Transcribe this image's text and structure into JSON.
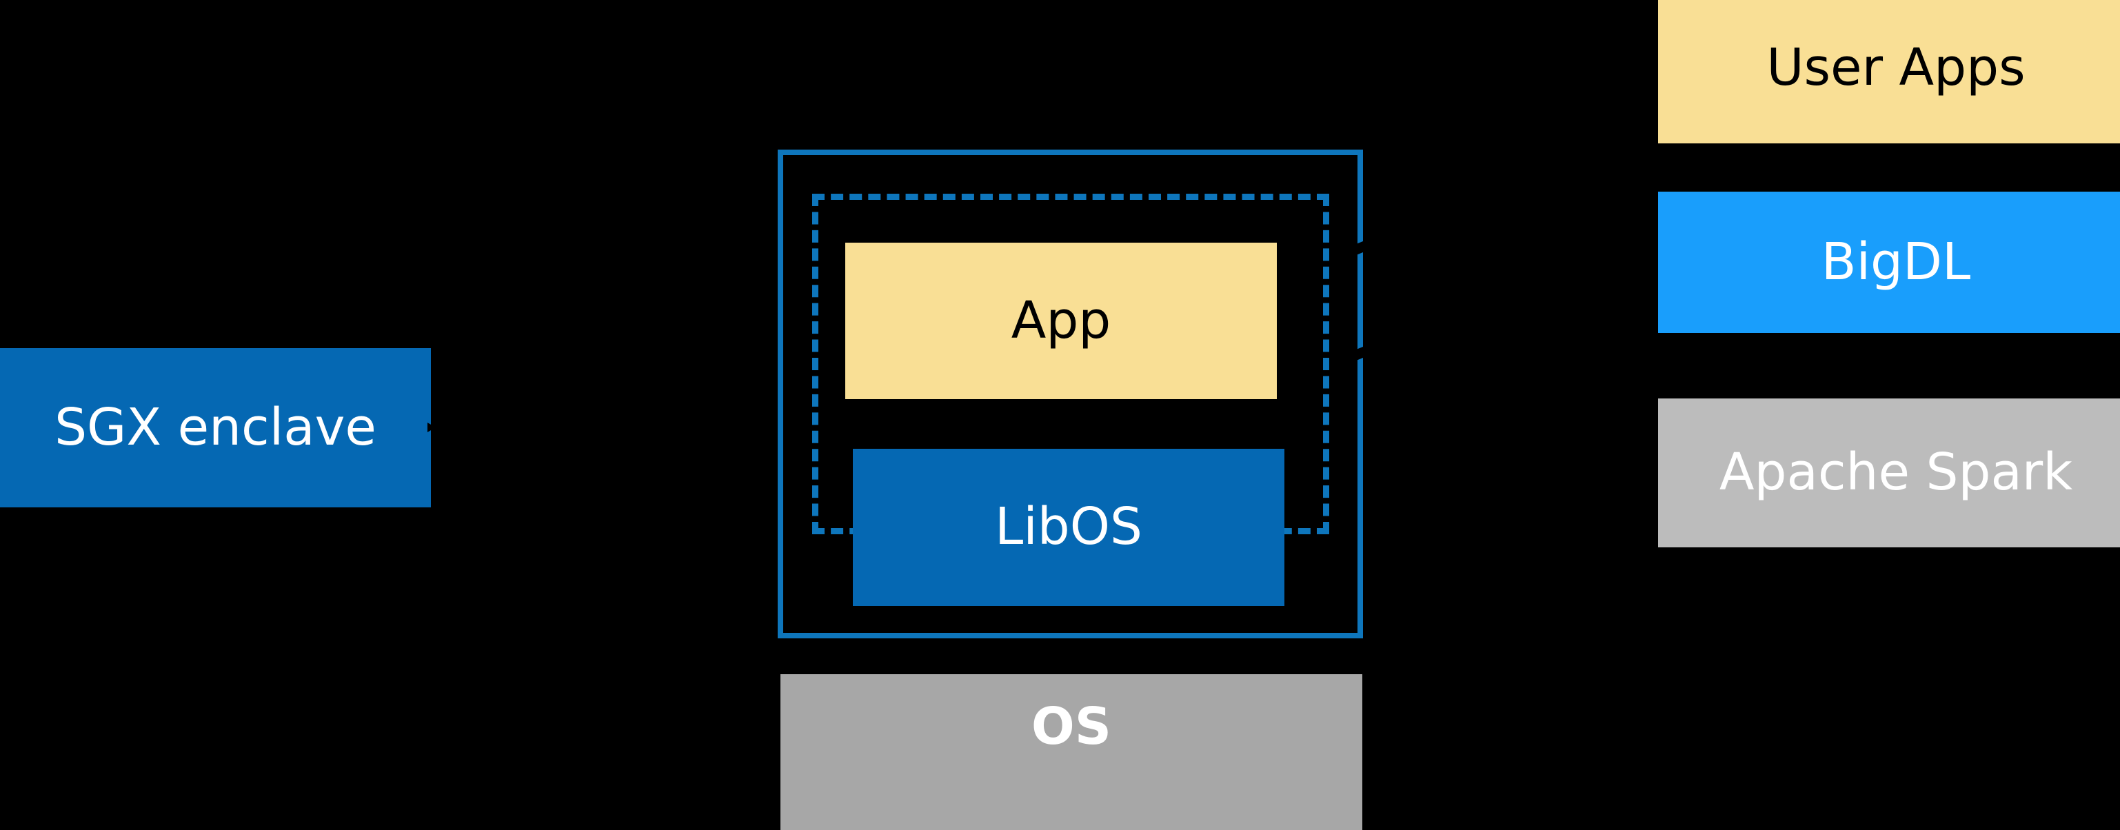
{
  "diagram": {
    "background_color": "#000000",
    "left": {
      "sgx_enclave": {
        "label": "SGX enclave",
        "fill": "#0568B3",
        "text_color": "#FFFFFF"
      },
      "arrowhead_icon": "arrowhead-icon"
    },
    "center": {
      "solid_frame": {
        "name": "enclave-boundary",
        "stroke": "#0E76BC",
        "style": "solid"
      },
      "dashed_frame": {
        "name": "trusted-boundary",
        "stroke": "#0E76BC",
        "style": "dashed"
      },
      "app": {
        "label": "App",
        "fill": "#F9DF95",
        "text_color": "#000000"
      },
      "libos": {
        "label": "LibOS",
        "fill": "#0568B3",
        "text_color": "#FFFFFF"
      },
      "os": {
        "label": "OS",
        "fill": "#A7A7A7",
        "text_color": "#FFFFFF"
      }
    },
    "right_stack": [
      {
        "label": "User Apps",
        "fill": "#F9DF95",
        "text_color": "#000000"
      },
      {
        "label": "BigDL",
        "fill": "#199EFC",
        "text_color": "#FFFFFF"
      },
      {
        "label": "Apache Spark",
        "fill": "#BCBCBC",
        "text_color": "#FFFFFF"
      }
    ]
  }
}
